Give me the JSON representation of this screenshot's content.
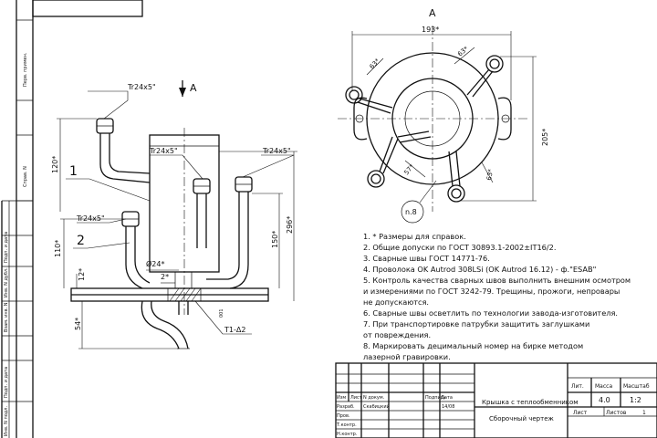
{
  "left_margin": {
    "labels": [
      "Перв. примен.",
      "Справ. N",
      "Подп. и дата",
      "Инв. N дубл.",
      "Взам. инв. N",
      "Подп. и дата",
      "Инв. N подл."
    ]
  },
  "view_a_label": "A",
  "front_view": {
    "section_arrow_label": "A",
    "thread_top": "Tr24x5\"",
    "thread_mid_left": "Tr24x5\"",
    "thread_mid_right": "Tr24x5\"",
    "thread_low": "Tr24x5\"",
    "dim_120": "120*",
    "dim_110": "110*",
    "dim_12": "12*",
    "dim_54": "54*",
    "dim_150": "150*",
    "dim_296": "296*",
    "dim_d24": "Ø24*",
    "dim_2": "2*",
    "weld_symbol": "T1-Δ2",
    "pos_1": "1",
    "pos_2": "2"
  },
  "top_view": {
    "dim_193": "193*",
    "dim_205": "205*",
    "dim_63a": "63*",
    "dim_63b": "63*",
    "dim_63c": "63*",
    "dim_57": "57*",
    "note_n8": "n.8"
  },
  "notes": [
    "1. * Размеры для справок.",
    "2. Общие допуски по ГОСТ 30893.1-2002±IT16/2.",
    "3. Сварные швы ГОСТ 14771-76.",
    "4. Проволока OK Autrod 308LSi (OK Autrod 16.12) - ф.\"ESAB\"",
    "5. Контроль качества сварных швов выполнить внешним осмотром",
    "и измерениями по ГОСТ 3242-79. Трещины, прожоги, непровары",
    "не допускаются.",
    "6. Сварные швы осветлить по технологии завода-изготовителя.",
    "7. При транспортировке патрубки защитить заглушками",
    "от повреждения.",
    "8. Маркировать децимальный номер на бирке методом",
    "лазерной гравировки."
  ],
  "title_block": {
    "col_izm": "Изм",
    "col_list": "Лист",
    "col_ndoc": "N докум.",
    "col_podp": "Подпись",
    "col_data": "Дата",
    "row_razrab": "Разраб.",
    "row_razrab_name": "Скабицкий",
    "row_razrab_date": "14/08",
    "row_prov": "Пров.",
    "row_tkontr": "Т.контр.",
    "row_nkontr": "Н.контр.",
    "title": "Крышка с теплообменником",
    "subtitle": "Сборочный чертеж",
    "lit_label": "Лит.",
    "mass_label": "Масса",
    "scale_label": "Масштаб",
    "mass_value": "4.0",
    "scale_value": "1:2",
    "sheet_label": "Лист",
    "sheets_label": "Листов",
    "sheets_value": "1"
  }
}
